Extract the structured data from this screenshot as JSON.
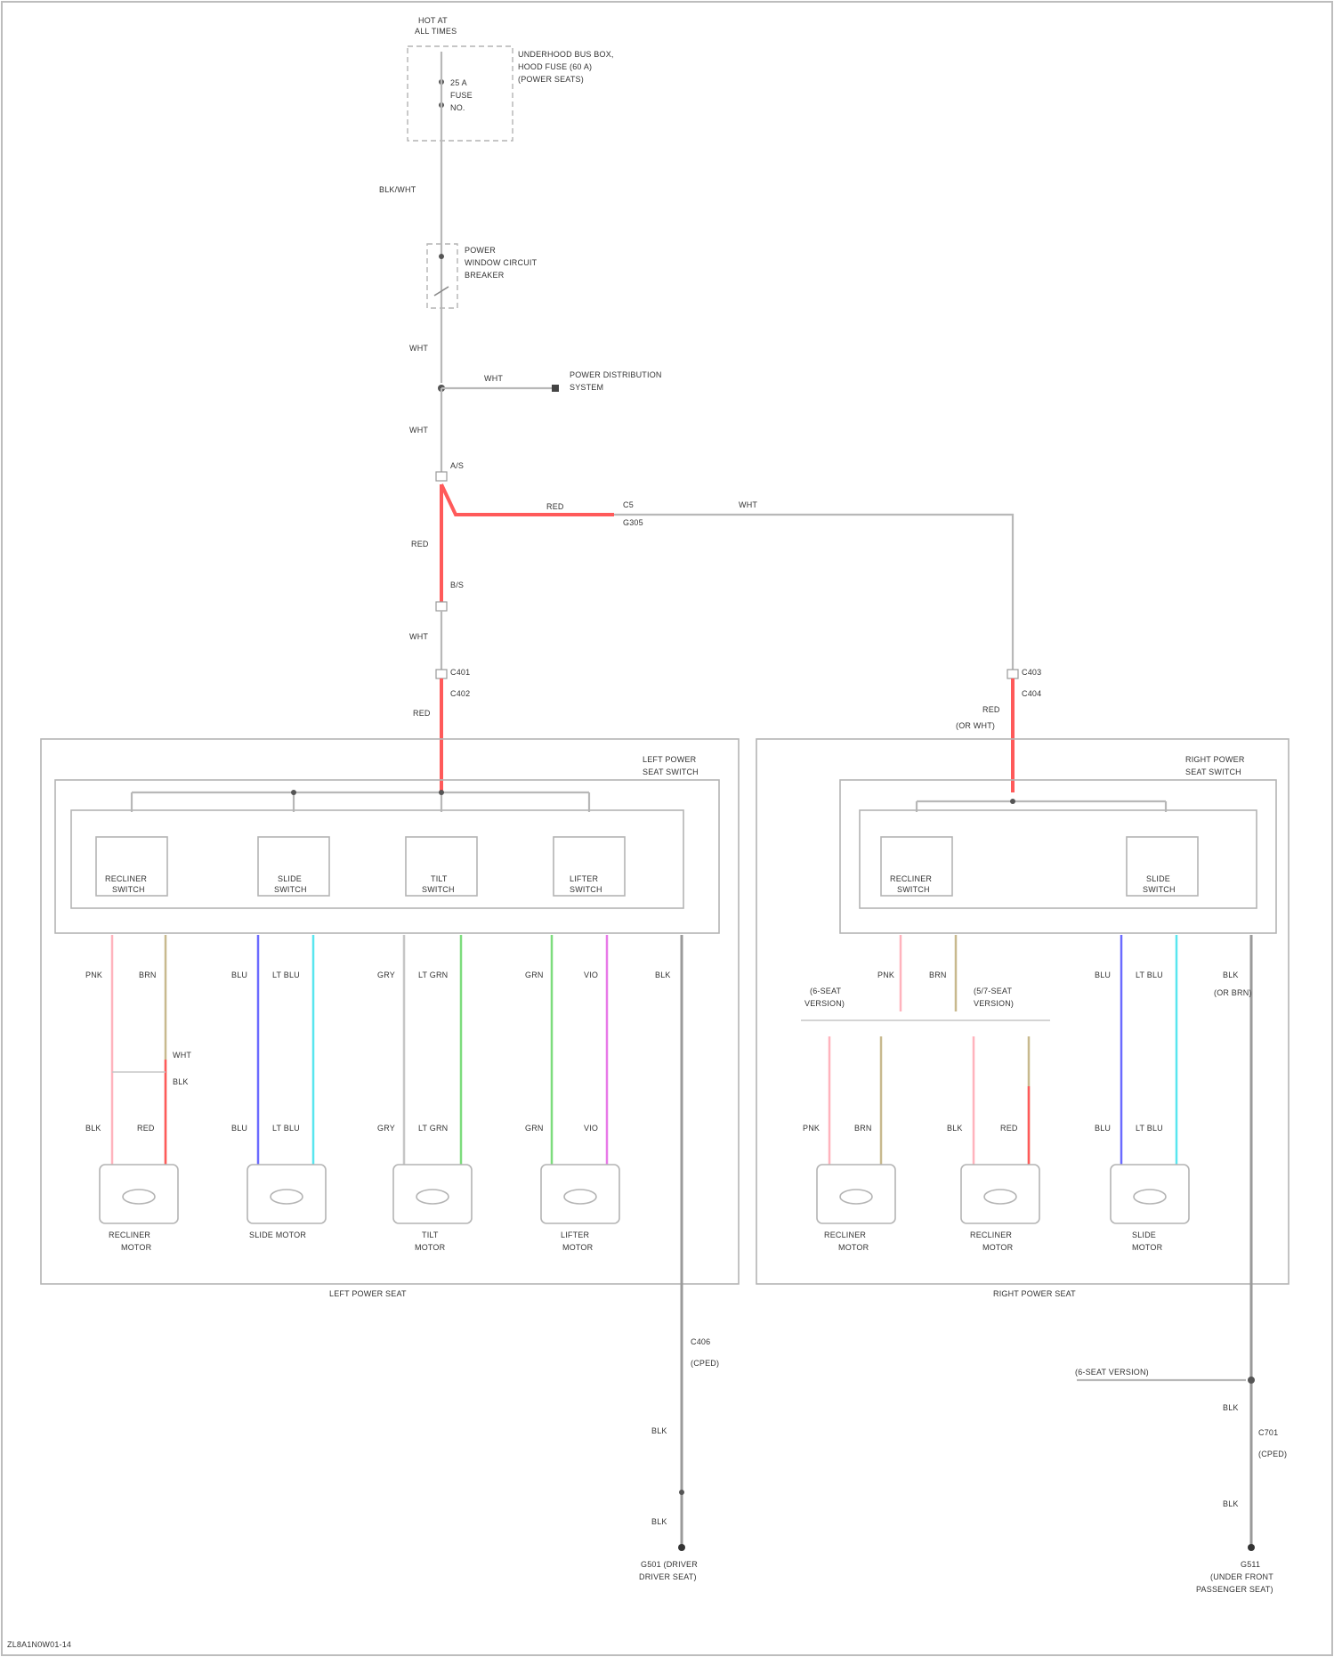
{
  "diagram": {
    "footer_code": "ZL8A1N0W01-14",
    "top_source": {
      "title_1": "HOT AT",
      "title_2": "ALL TIMES",
      "label_1": "UNDERHOOD BUS BOX,",
      "label_2": "HOOD FUSE (60 A)",
      "label_3": "(POWER SEATS)",
      "fuse_1": "25 A",
      "fuse_2": "FUSE",
      "fuse_3": "NO."
    },
    "wire_top": "BLK/WHT",
    "breaker": {
      "label_1": "POWER",
      "label_2": "WINDOW CIRCUIT",
      "label_3": "BREAKER"
    },
    "wire_mid1": "WHT",
    "splice_branch": {
      "wire": "WHT",
      "label_1": "POWER DISTRIBUTION",
      "label_2": "SYSTEM"
    },
    "wire_mid2": "WHT",
    "conn_top": "A/S",
    "wire_red": "RED",
    "wire_red_h": "RED",
    "conn_mid": "B/S",
    "wire_after_mid": "WHT",
    "conn_right_a": "C5",
    "conn_right_b": "G305",
    "wire_right": "WHT",
    "conn_left_c": "C401",
    "conn_left_d": "C402",
    "wire_left_down": "WHT",
    "wire_left_red": "RED",
    "conn_right_c": "C403",
    "conn_right_d": "C404",
    "wire_right_red_1": "RED",
    "wire_right_red_2": "(OR WHT)",
    "left_seat": {
      "switch_title_1": "LEFT POWER",
      "switch_title_2": "SEAT SWITCH",
      "caption": "LEFT POWER SEAT",
      "switches": [
        {
          "name_1": "RECLINER",
          "name_2": "SWITCH"
        },
        {
          "name_1": "SLIDE",
          "name_2": "SWITCH"
        },
        {
          "name_1": "TILT",
          "name_2": "SWITCH"
        },
        {
          "name_1": "LIFTER",
          "name_2": "SWITCH"
        }
      ],
      "wires_top": [
        "PNK",
        "BRN",
        "BLU",
        "LT BLU",
        "GRY",
        "LT GRN",
        "GRN",
        "VIO",
        "BLK"
      ],
      "wires_bottom": [
        "BLK",
        "RED",
        "BLU",
        "LT BLU",
        "GRY",
        "LT GRN",
        "GRN",
        "VIO"
      ],
      "recliner_join_1": "WHT",
      "recliner_join_2": "BLK",
      "motors": [
        {
          "name_1": "RECLINER",
          "name_2": "MOTOR"
        },
        {
          "name_1": "SLIDE MOTOR",
          "name_2": ""
        },
        {
          "name_1": "TILT",
          "name_2": "MOTOR"
        },
        {
          "name_1": "LIFTER",
          "name_2": "MOTOR"
        }
      ]
    },
    "right_seat": {
      "switch_title_1": "RIGHT POWER",
      "switch_title_2": "SEAT SWITCH",
      "caption": "RIGHT POWER SEAT",
      "switches": [
        {
          "name_1": "RECLINER",
          "name_2": "SWITCH"
        },
        {
          "name_1": "SLIDE",
          "name_2": "SWITCH"
        }
      ],
      "wires_top": [
        "PNK",
        "BRN",
        "BLU",
        "LT BLU",
        "BLK"
      ],
      "wire_blk_note": "(OR BRN)",
      "variant_left_1": "(6-SEAT",
      "variant_left_2": "VERSION)",
      "variant_right_1": "(5/7-SEAT",
      "variant_right_2": "VERSION)",
      "wires_bottom": [
        "PNK",
        "BRN",
        "BLK",
        "RED",
        "BLU",
        "LT BLU"
      ],
      "motors": [
        {
          "name_1": "RECLINER",
          "name_2": "MOTOR"
        },
        {
          "name_1": "RECLINER",
          "name_2": "MOTOR"
        },
        {
          "name_1": "SLIDE",
          "name_2": "MOTOR"
        }
      ]
    },
    "left_ground": {
      "conn_1": "C406",
      "conn_2": "(CPED)",
      "wire_1": "BLK",
      "wire_2": "BLK",
      "label_1": "G501 (DRIVER",
      "label_2": "DRIVER SEAT)"
    },
    "right_ground": {
      "branch_label": "(6-SEAT VERSION)",
      "wire_1": "BLK",
      "conn_1": "C701",
      "conn_2": "(CPED)",
      "wire_2": "BLK",
      "label_1": "G511",
      "label_2": "(UNDER FRONT",
      "label_3": "PASSENGER SEAT)"
    },
    "colors": {
      "red": "#ff5a5a",
      "pink": "#ffb3bd",
      "tan": "#c8b98e",
      "blue": "#6b6bff",
      "cyan": "#59e6ef",
      "green": "#7ddc7d",
      "magenta": "#e879e8",
      "gray": "#c6c6c6"
    }
  }
}
